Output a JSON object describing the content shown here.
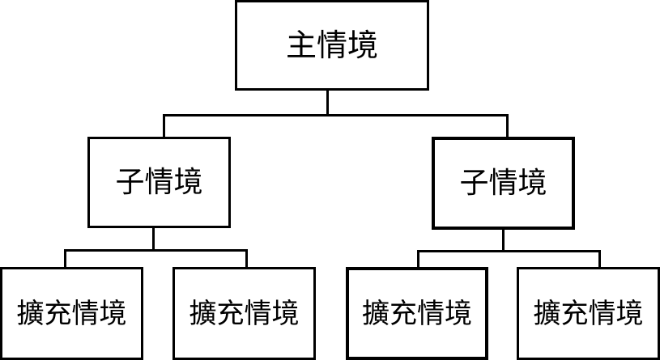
{
  "tree": {
    "root": {
      "label": "主情境"
    },
    "children": [
      {
        "label": "子情境",
        "children": [
          {
            "label": "擴充情境"
          },
          {
            "label": "擴充情境"
          }
        ]
      },
      {
        "label": "子情境",
        "children": [
          {
            "label": "擴充情境"
          },
          {
            "label": "擴充情境"
          }
        ]
      }
    ]
  },
  "colors": {
    "line": "#000000",
    "background": "#ffffff",
    "text": "#000000"
  }
}
